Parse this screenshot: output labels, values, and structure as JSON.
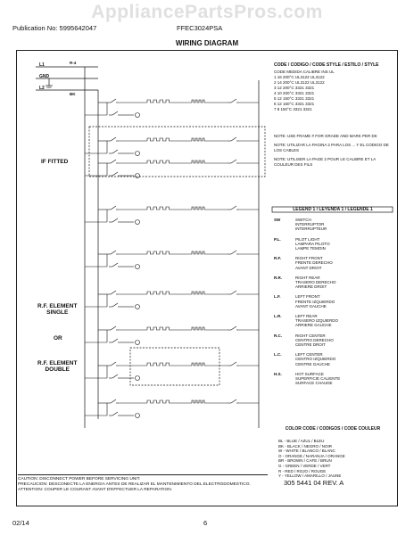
{
  "watermark": "AppliancePartsPros.com",
  "publication": "Publication No: 5995642047",
  "model": "FFEC3024PSA",
  "title": "WIRING DIAGRAM",
  "labels": {
    "if_fitted": "IF FITTED",
    "rf_single": "R.F. ELEMENT\nSINGLE",
    "or": "OR",
    "rf_double": "R.F. ELEMENT\nDOUBLE"
  },
  "terminals": {
    "l1": "L1",
    "gnd": "GND",
    "l2": "L2",
    "rd": "R-4",
    "bk": "BK"
  },
  "code_table": {
    "header": "CODE / CODIGO / CODE    STYLE / ESTILO / STYLE",
    "cols": [
      "CODE",
      "MEDIDA",
      "CALIBRE",
      "INS",
      "UL"
    ],
    "rows": [
      [
        "1",
        "16",
        "200°C",
        "UL3122",
        "UL3122"
      ],
      [
        "2",
        "14",
        "200°C",
        "UL3122",
        "UL3122"
      ],
      [
        "3",
        "12",
        "200°C",
        "3321",
        "3321"
      ],
      [
        "4",
        "10",
        "200°C",
        "3321",
        "3321"
      ],
      [
        "5",
        "12",
        "150°C",
        "3321",
        "3321"
      ],
      [
        "6",
        "12",
        "150°C",
        "3321",
        "3321"
      ],
      [
        "7",
        "8",
        "150°C",
        "3321",
        "3321"
      ]
    ]
  },
  "notes": [
    "NOTE: USE FRAME # FOR GRADE AND MARK PER DK",
    "NOTE: UTILIZAR LA PAGINA 2 PARA LOS ... Y EL CODIGO DE LOS CABLES",
    "NOTE: UTILISER LA PAGE 2 POUR LE CALIBRE ET LA COULEUR DES FILS"
  ],
  "legend_title": "LEGEND 1 / LEYENDA 1 / LEGENDE 1",
  "legend": [
    [
      "SW",
      "SWITCH\nINTERRUPTOR\nINTERRUPTEUR"
    ],
    [
      "P.L.",
      "PILOT LIGHT\nLAMPARA PILOTO\nLAMPE TEMOIN"
    ],
    [
      "R.F.",
      "RIGHT FRONT\nFRENTE DERECHO\nAVANT DROIT"
    ],
    [
      "R.R.",
      "RIGHT REAR\nTRASERO DERECHO\nARRIERE DROIT"
    ],
    [
      "L.F.",
      "LEFT FRONT\nFRENTE IZQUIERDO\nAVANT GAUCHE"
    ],
    [
      "L.R.",
      "LEFT REAR\nTRASERO IZQUIERDO\nARRIERE GAUCHE"
    ],
    [
      "R.C.",
      "RIGHT CENTER\nCENTRO DERECHO\nCENTRE DROIT"
    ],
    [
      "L.C.",
      "LEFT CENTER\nCENTRO IZQUIERDO\nCENTRE GAUCHE"
    ],
    [
      "H.S.",
      "HOT SURFACE\nSUPERFICIE CALIENTE\nSURFACE CHAUDE"
    ]
  ],
  "color_title": "COLOR CODE / CODIGOS / CODE COULEUR",
  "colors": [
    "BL - BLUE / AZUL / BLEU",
    "BK - BLACK / NEGRO / NOIR",
    "W - WHITE / BLANCO / BLANC",
    "O - ORANGE / NARANJA / ORANGE",
    "BR - BROWN / CAFE / BRUN",
    "G - GREEN / VERDE / VERT",
    "R - RED / ROJO / ROUGE",
    "Y - YELLOW / AMARILLO / JAUNE"
  ],
  "caution": [
    "CAUTION: DISCONNECT POWER BEFORE SERVICING UNIT.",
    "PRECAUCION: DESCONECTE LA ENERGIA ANTES DE REALIZAR EL MANTENIMIENTO DEL ELECTRODOMESTICO.",
    "ATTENTION: COUPER LE COURANT AVANT D'EFFECTUER LA REPARATION."
  ],
  "part_number": "305 5441 04 REV. A",
  "date": "02/14",
  "page": "6"
}
